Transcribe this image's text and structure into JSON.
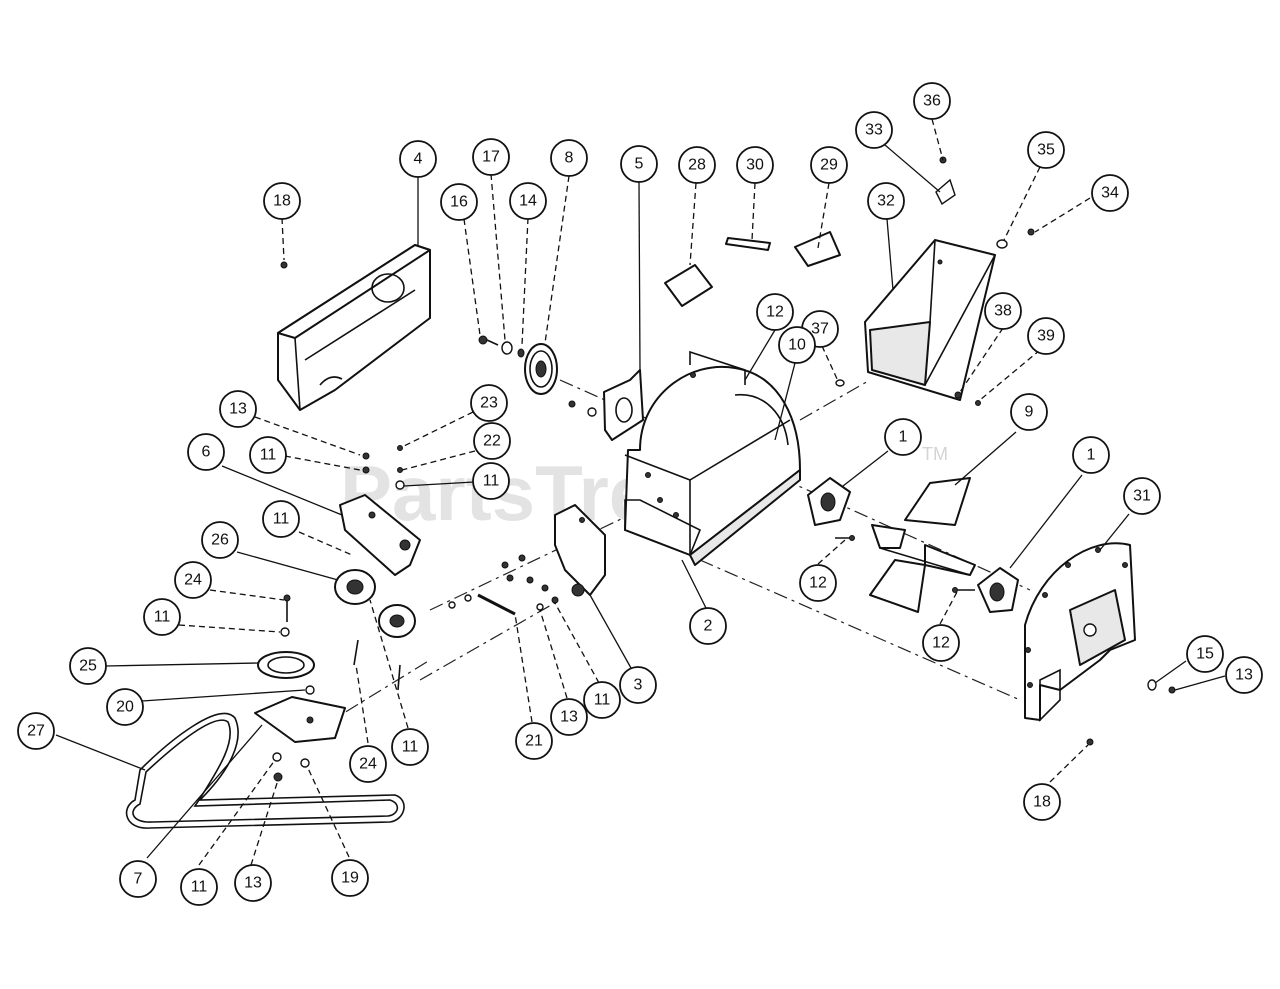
{
  "watermark": {
    "text": "PartsTree",
    "tm": "TM"
  },
  "callouts": [
    {
      "label": "4"
    },
    {
      "label": "18"
    },
    {
      "label": "16"
    },
    {
      "label": "17"
    },
    {
      "label": "14"
    },
    {
      "label": "8"
    },
    {
      "label": "5"
    },
    {
      "label": "28"
    },
    {
      "label": "30"
    },
    {
      "label": "29"
    },
    {
      "label": "33"
    },
    {
      "label": "36"
    },
    {
      "label": "35"
    },
    {
      "label": "34"
    },
    {
      "label": "32"
    },
    {
      "label": "38"
    },
    {
      "label": "39"
    },
    {
      "label": "12"
    },
    {
      "label": "37"
    },
    {
      "label": "10"
    },
    {
      "label": "13"
    },
    {
      "label": "23"
    },
    {
      "label": "11"
    },
    {
      "label": "22"
    },
    {
      "label": "11"
    },
    {
      "label": "6"
    },
    {
      "label": "11"
    },
    {
      "label": "26"
    },
    {
      "label": "24"
    },
    {
      "label": "11"
    },
    {
      "label": "25"
    },
    {
      "label": "20"
    },
    {
      "label": "27"
    },
    {
      "label": "7"
    },
    {
      "label": "11"
    },
    {
      "label": "13"
    },
    {
      "label": "19"
    },
    {
      "label": "24"
    },
    {
      "label": "11"
    },
    {
      "label": "21"
    },
    {
      "label": "13"
    },
    {
      "label": "11"
    },
    {
      "label": "3"
    },
    {
      "label": "2"
    },
    {
      "label": "1"
    },
    {
      "label": "12"
    },
    {
      "label": "9"
    },
    {
      "label": "12"
    },
    {
      "label": "1"
    },
    {
      "label": "31"
    },
    {
      "label": "15"
    },
    {
      "label": "13"
    },
    {
      "label": "18"
    }
  ]
}
